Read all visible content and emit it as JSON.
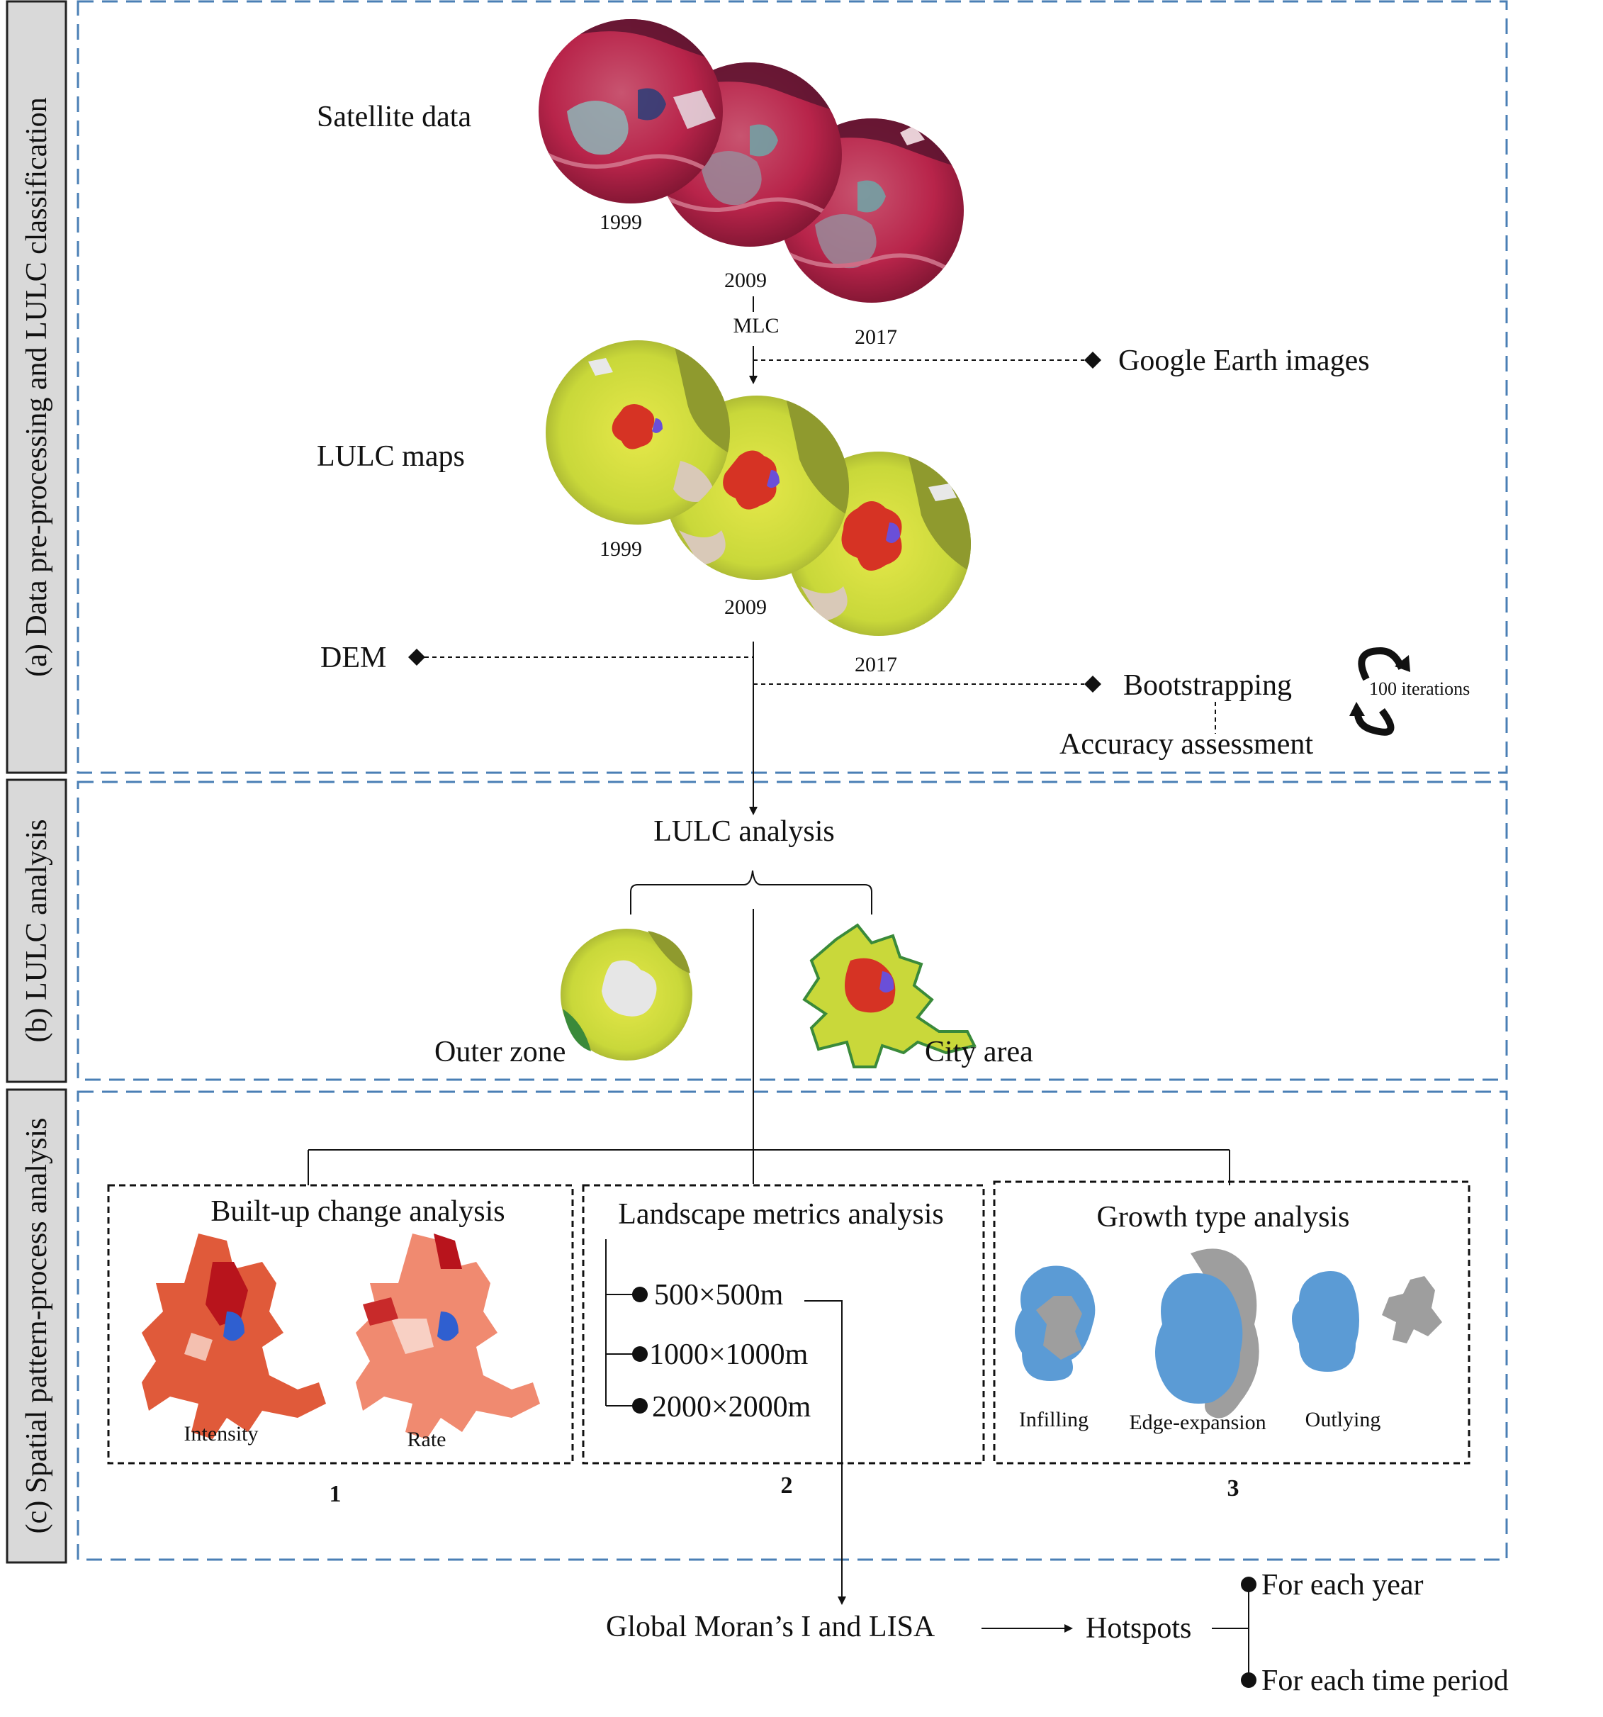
{
  "sections": {
    "a": "(a) Data pre-processing and LULC classification",
    "b": "(b) LULC analysis",
    "c": "(c) Spatial pattern-process analysis"
  },
  "preprocessing": {
    "satellite_label": "Satellite data",
    "lulc_maps_label": "LULC maps",
    "years": [
      "1999",
      "2009",
      "2017"
    ],
    "mlc": "MLC",
    "google_earth": "Google Earth images",
    "dem": "DEM",
    "bootstrapping": "Bootstrapping",
    "iterations": "100 iterations",
    "accuracy": "Accuracy assessment"
  },
  "lulc_analysis": {
    "title": "LULC analysis",
    "outer_zone": "Outer zone",
    "city_area": "City area"
  },
  "spatial": {
    "builtup": {
      "title": "Built-up change analysis",
      "intensity": "Intensity",
      "rate": "Rate",
      "number": "1"
    },
    "landscape": {
      "title": "Landscape metrics analysis",
      "scales": [
        "500×500m",
        "1000×1000m",
        "2000×2000m"
      ],
      "number": "2"
    },
    "growth": {
      "title": "Growth type analysis",
      "types": [
        "Infilling",
        "Edge-expansion",
        "Outlying"
      ],
      "number": "3"
    }
  },
  "output": {
    "moran": "Global Moran’s I and LISA",
    "hotspots": "Hotspots",
    "each_year": "For each year",
    "each_period": "For each time period"
  },
  "colors": {
    "satellite_red": "#b8244a",
    "lulc_yellow": "#d8e23a",
    "lulc_olive": "#8f9a2e",
    "urban_red": "#d63324",
    "water_blue": "#5b9bd5",
    "growth_gray": "#9e9e9e",
    "frame_blue": "#4a7fb5",
    "label_gray": "#d9d9d9"
  }
}
